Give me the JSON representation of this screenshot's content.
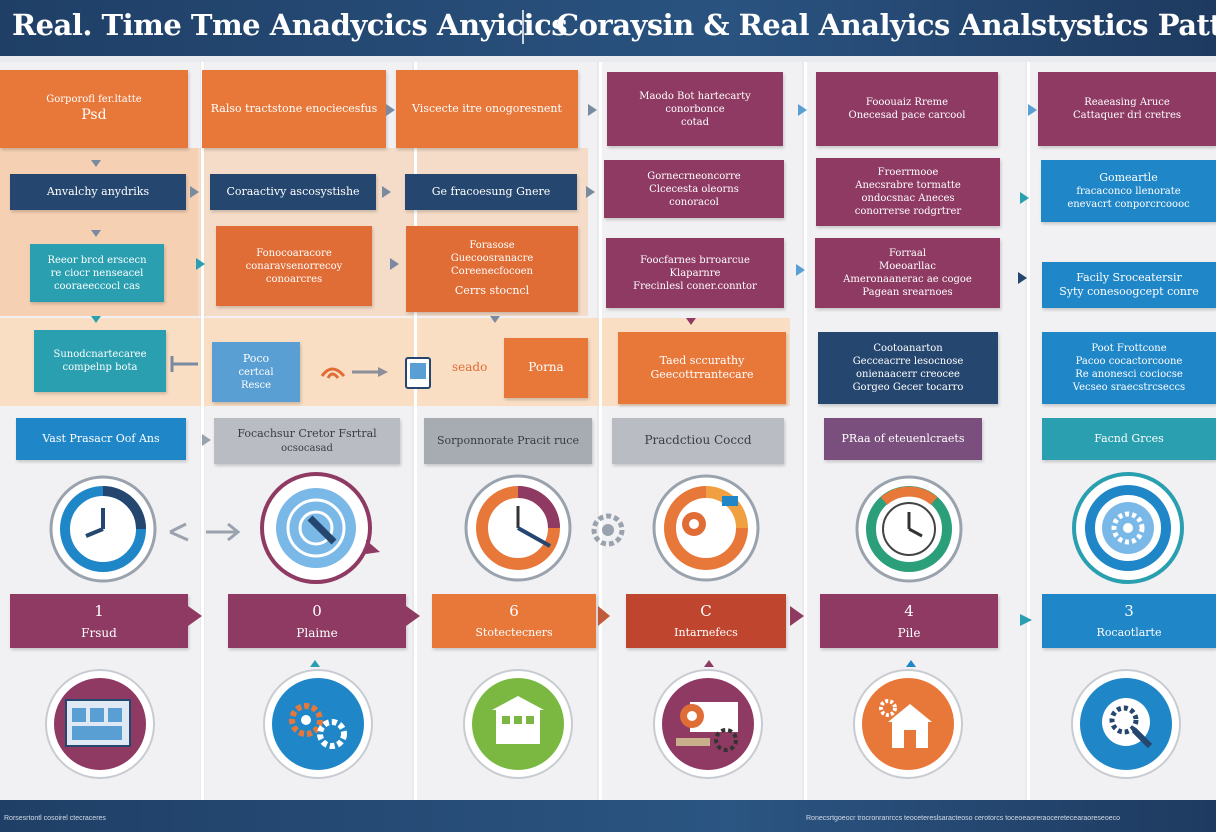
{
  "header": {
    "title_left": "Real. Time Tme Anadycics  Anyicics",
    "title_right": "Coraysin & Real Analyics Analstystics  Pattict"
  },
  "row1": [
    {
      "lines": [
        "Gorporofl fer.ltatte",
        "Psd"
      ]
    },
    {
      "lines": [
        "Ralso tractstone enociecesfus"
      ]
    },
    {
      "lines": [
        "Viscecte itre onogoresnent"
      ]
    },
    {
      "lines": [
        "Maodo Bot hartecarty",
        "conorbonce",
        "cotad"
      ]
    },
    {
      "lines": [
        "Fooouaiz Rreme",
        "Onecesad pace carcool"
      ]
    },
    {
      "lines": [
        "Reaeasing Aruce",
        "Cattaquer drl cretres"
      ]
    }
  ],
  "row2": [
    {
      "lines": [
        "Anvalchy anydriks"
      ]
    },
    {
      "lines": [
        "Coraactivy ascosystishe"
      ]
    },
    {
      "lines": [
        "Ge fracoesung Gnere"
      ]
    },
    {
      "lines": [
        "Gornecrneoncorre",
        "Clcecesta oleorns",
        "conoracol"
      ]
    },
    {
      "lines": [
        "Froerrmooe",
        "Anecsrabre tormatte",
        "ondocsnac Aneces",
        "conorrerse rodgrtrer"
      ]
    },
    {
      "lines": [
        "Gomeartle",
        "fracaconco llenorate",
        "enevacrt conporcrcoooc"
      ]
    }
  ],
  "row3": [
    {
      "lines": [
        "Reeor brcd erscecn",
        "re ciocr nenseacel",
        "cooraeeccocl cas"
      ]
    },
    {
      "lines": [
        "Fonocoaracore",
        "conaravsenorrecoy",
        "conoarcres"
      ]
    },
    {
      "lines": [
        "Forasose",
        "Guecoosranacre",
        "Coreenecfocoen",
        "Cerrs stocncl"
      ]
    },
    {
      "lines": [
        "Foocfarnes brroarcue",
        "Klaparnre",
        "Frecinlesl coner.conntor"
      ]
    },
    {
      "lines": [
        "Forraal",
        "Moeoarllac",
        "Ameronaanerac ae cogoe",
        "Pagean srearnoes"
      ]
    },
    {
      "lines": [
        "Facily Sroceatersir",
        "Syty conesoogcept conre"
      ]
    }
  ],
  "row4": [
    {
      "lines": [
        "Sunodcnartecaree",
        "compelnp bota"
      ]
    },
    {
      "lines": [
        "Poco",
        "certcal",
        "Resce"
      ]
    },
    {
      "lines": [
        "Porna"
      ]
    },
    {
      "lines": [
        "Taed sccurathy",
        "Geecottrrantecare"
      ]
    },
    {
      "lines": [
        "Cootoanarton",
        "Gecceacrre lesocnose",
        "onienaacerr creocee",
        "Gorgeo Gecer tocarro"
      ]
    },
    {
      "lines": [
        "Poot Frottcone",
        "Pacoo cocactorcoone",
        "Re anonesci cociocse",
        "Vecseo sraecstrcseccs"
      ]
    }
  ],
  "extra_labels": {
    "seado": "seado"
  },
  "row5": [
    {
      "lines": [
        "Vast Prasacr Oof Ans"
      ]
    },
    {
      "lines": [
        "Focachsur Cretor Fsrtral",
        "ocsocasad"
      ]
    },
    {
      "lines": [
        "Sorponnorate Pracit ruce"
      ]
    },
    {
      "lines": [
        "Pracdctiou Coccd"
      ]
    },
    {
      "lines": [
        "PRaa of eteuenlcraets"
      ]
    },
    {
      "lines": [
        "Facnd Grces"
      ]
    }
  ],
  "steps": [
    {
      "num": "1",
      "label": "Frsud"
    },
    {
      "num": "0",
      "label": "Plaime"
    },
    {
      "num": "6",
      "label": "Stotectecners"
    },
    {
      "num": "C",
      "label": "Intarnefecs"
    },
    {
      "num": "4",
      "label": "Pile"
    },
    {
      "num": "3",
      "label": "Rocaotlarte"
    }
  ],
  "footer": {
    "left": "Rorsesrtontl cosoirel ctecraceres",
    "right": "Ronecsrtgoeocr trocronranrccs teocetereslsaracteoso cerotorcs toceoeaoreraoceretecearaoreseoeco"
  },
  "colors": {
    "orange": "#e8773a",
    "navy": "#25466f",
    "teal": "#2a9fb0",
    "plum": "#8e3a63",
    "blue": "#1f86c8",
    "header": "#1f3f66"
  },
  "icons": [
    "clock-gauge-icon",
    "target-radar-icon",
    "pie-clock-icon",
    "donut-chart-icon",
    "wall-clock-icon",
    "gear-ring-icon",
    "building-window-icon",
    "gears-icon",
    "warehouse-icon",
    "factory-gear-icon",
    "house-gear-icon",
    "magnifier-gear-icon"
  ]
}
